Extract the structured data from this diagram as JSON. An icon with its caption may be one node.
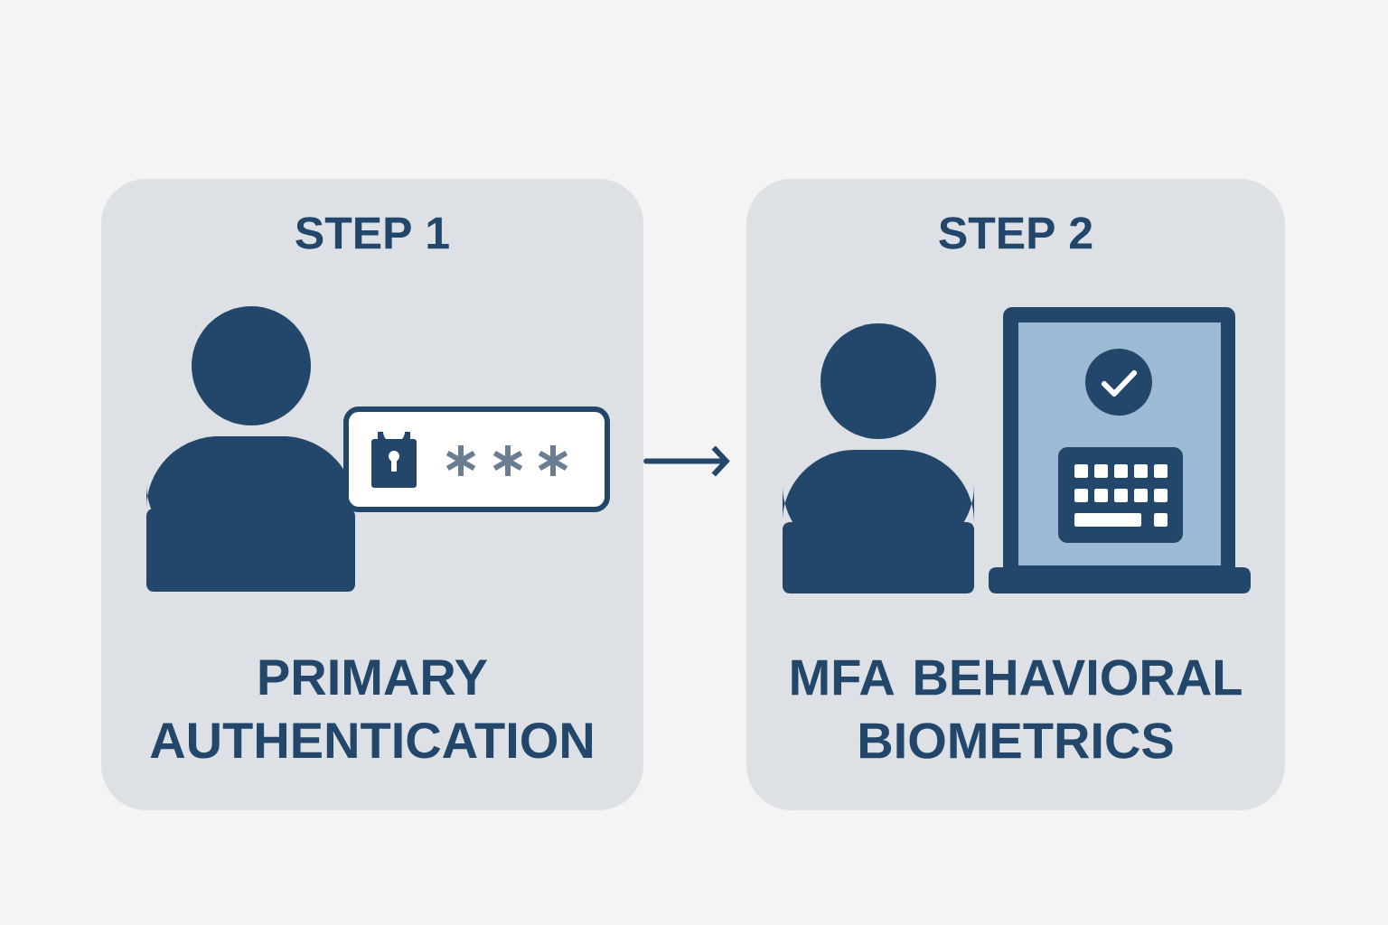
{
  "diagram": {
    "nodes": [
      {
        "text": [
          "STEP 1",
          "PRIMARY AUTHENTICATION"
        ]
      },
      {
        "text": [
          "STEP 2",
          "MFA BEHAVIORAL BIOMETRICS"
        ]
      }
    ],
    "edges": [
      {
        "from": 0,
        "to": 1,
        "arrow": "to"
      }
    ]
  }
}
